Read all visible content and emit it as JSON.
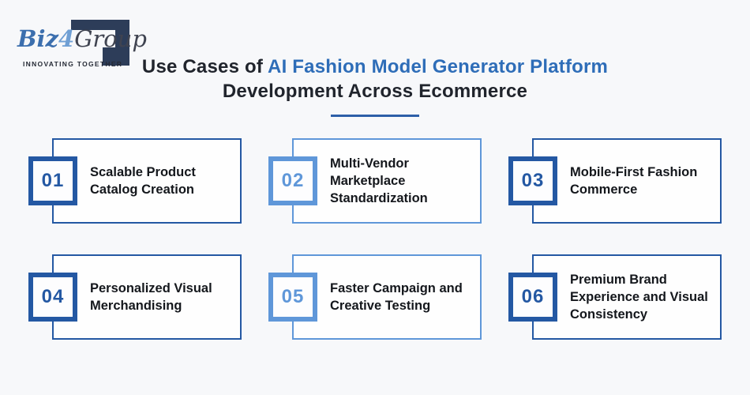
{
  "page": {
    "background": "#f7f8fa"
  },
  "logo": {
    "brand_biz": "Biz",
    "brand_four": "4",
    "brand_group": "Group",
    "tagline": "INNOVATING TOGETHER",
    "colors": {
      "biz": "#3c6fae",
      "four": "#6f9fd4",
      "group": "#3f4350",
      "mark_navy": "#2d3d59"
    }
  },
  "title": {
    "prefix": "Use Cases of ",
    "highlight": "AI Fashion Model Generator Platform",
    "line2": "Development Across Ecommerce",
    "highlight_color": "#2e6db8",
    "text_color": "#20242c",
    "underline_color": "#2d5fa8"
  },
  "cards": [
    {
      "number": "01",
      "label": "Scalable Product Catalog Creation",
      "variant": "dark"
    },
    {
      "number": "02",
      "label": "Multi-Vendor Marketplace Standardization",
      "variant": "light"
    },
    {
      "number": "03",
      "label": "Mobile-First Fashion Commerce",
      "variant": "dark"
    },
    {
      "number": "04",
      "label": "Personalized Visual Merchandising",
      "variant": "dark"
    },
    {
      "number": "05",
      "label": "Faster Campaign and Creative Testing",
      "variant": "light"
    },
    {
      "number": "06",
      "label": "Premium Brand Experience and Visual Consistency",
      "variant": "dark"
    }
  ],
  "theme": {
    "dark_blue": "#2458a3",
    "light_blue": "#5f97d9",
    "card_background": "#fefefe",
    "card_text": "#14171c"
  }
}
